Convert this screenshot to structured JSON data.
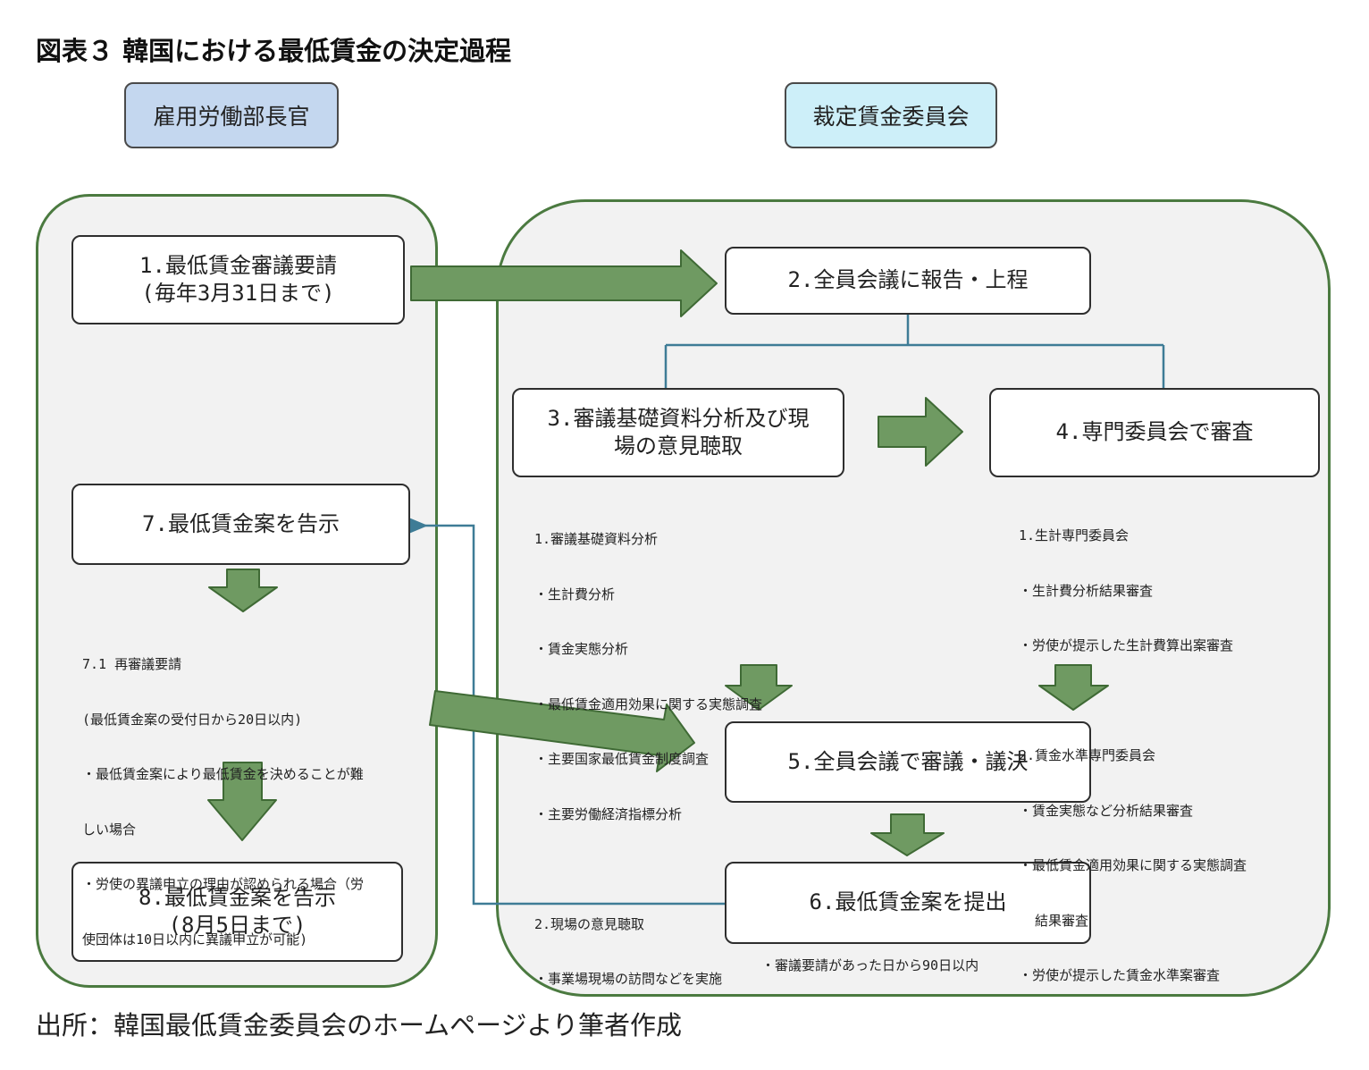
{
  "title": "図表３ 韓国における最低賃金の決定過程",
  "headers": {
    "left": "雇用労働部長官",
    "right": "裁定賃金委員会"
  },
  "steps": {
    "s1": {
      "line1": "1.最低賃金審議要請",
      "line2": "(毎年3月31日まで)"
    },
    "s2": {
      "line1": "2.全員会議に報告・上程"
    },
    "s3": {
      "line1": "3.審議基礎資料分析及び現",
      "line2": "場の意見聴取"
    },
    "s4": {
      "line1": "4.専門委員会で審査"
    },
    "s5": {
      "line1": "5.全員会議で審議・議決"
    },
    "s6": {
      "line1": "6.最低賃金案を提出"
    },
    "s7": {
      "line1": "7.最低賃金案を告示"
    },
    "s8": {
      "line1": "8.最低賃金案を告示",
      "line2": "(8月5日まで)"
    }
  },
  "notes": {
    "step3": [
      "1.審議基礎資料分析",
      "・生計費分析",
      "・賃金実態分析",
      "・最低賃金適用効果に関する実態調査",
      "・主要国家最低賃金制度調査",
      "・主要労働経済指標分析",
      "",
      "2.現場の意見聴取",
      "・事業場現場の訪問などを実施"
    ],
    "step4": [
      "1.生計専門委員会",
      "・生計費分析結果審査",
      "・労使が提示した生計費算出案審査",
      "",
      "2.賃金水準専門委員会",
      "・賃金実態など分析結果審査",
      "・最低賃金適用効果に関する実態調査",
      "  結果審査",
      "・労使が提示した賃金水準案審査"
    ],
    "step7_1": [
      "7.1 再審議要請",
      "(最低賃金案の受付日から20日以内)",
      "・最低賃金案により最低賃金を決めることが難",
      "しい場合",
      "・労使の異議申立の理由が認められる場合（労",
      "使団体は10日以内に異議申立が可能)"
    ],
    "step6": "・審議要請があった日から90日以内"
  },
  "source": "出所：韓国最低賃金委員会のホームページより筆者作成",
  "colors": {
    "arrow_fill": "#6f9a62",
    "arrow_stroke": "#3f6a35",
    "panel_border": "#4b7a40",
    "connector": "#3e7c96",
    "header_left_bg": "#c4d7ef",
    "header_right_bg": "#cdeff9"
  }
}
